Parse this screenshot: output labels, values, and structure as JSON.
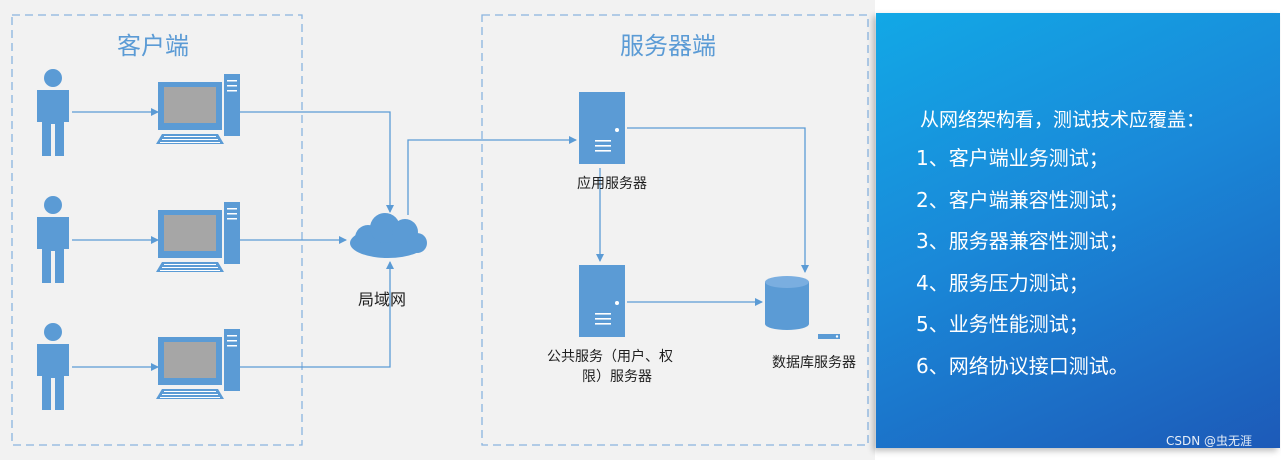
{
  "diagram": {
    "client_title": "客户端",
    "server_title": "服务器端",
    "lan_label": "局域网",
    "app_server_label": "应用服务器",
    "common_server_label_line1": "公共服务（用户、权",
    "common_server_label_line2": "限）服务器",
    "db_server_label": "数据库服务器"
  },
  "panel": {
    "heading": "从网络架构看，测试技术应覆盖：",
    "items": [
      "1、客户端业务测试；",
      "2、客户端兼容性测试；",
      "3、服务器兼容性测试；",
      "4、服务压力测试；",
      "5、业务性能测试；",
      "6、网络协议接口测试。"
    ]
  },
  "watermark": "CSDN @虫无涯",
  "colors": {
    "icon_blue": "#5b9bd5",
    "panel_top": "#12a8e6",
    "panel_bottom": "#1d5ab8",
    "diagram_bg": "#f2f2f2"
  }
}
